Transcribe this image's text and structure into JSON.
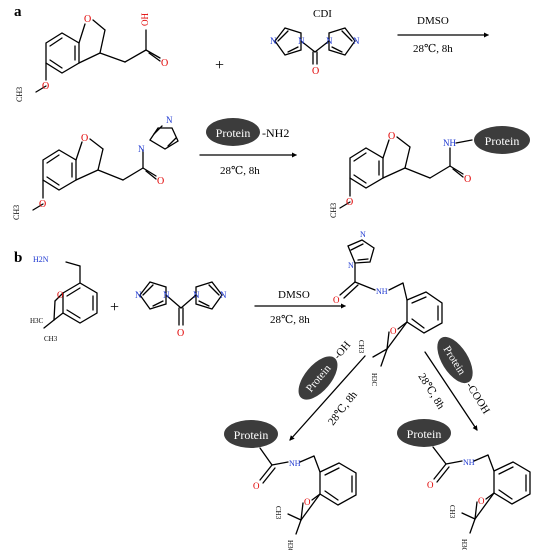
{
  "panels": {
    "a": {
      "label": "a"
    },
    "b": {
      "label": "b"
    }
  },
  "reagents": {
    "cdi": "CDI",
    "dmso": "DMSO",
    "conditions": "28℃, 8h",
    "nh2": "-NH2",
    "oh": "-OH",
    "cooh": "-COOH",
    "plus": "+"
  },
  "protein": "Protein",
  "atoms": {
    "O": "O",
    "N": "N",
    "NH": "NH",
    "OH": "OH",
    "H2N": "H2N",
    "CH3": "CH3",
    "H3C": "H3C"
  },
  "colors": {
    "oxygen": "#e00000",
    "nitrogen": "#1a35d0",
    "pill": "#3c3c3c"
  }
}
